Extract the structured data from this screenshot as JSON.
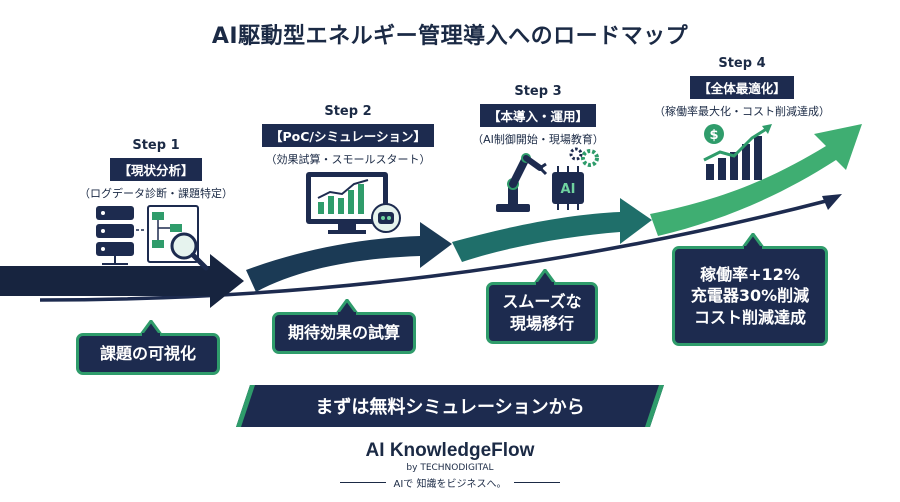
{
  "title": "AI駆動型エネルギー管理導入へのロードマップ",
  "steps": [
    {
      "label": "Step 1",
      "phase": "【現状分析】",
      "desc": "（ログデータ診断・課題特定）"
    },
    {
      "label": "Step 2",
      "phase": "【PoC/シミュレーション】",
      "desc": "（効果試算・スモールスタート）"
    },
    {
      "label": "Step 3",
      "phase": "【本導入・運用】",
      "desc": "（AI制御開始・現場教育）"
    },
    {
      "label": "Step 4",
      "phase": "【全体最適化】",
      "desc": "（稼働率最大化・コスト削減達成）"
    }
  ],
  "callouts": {
    "c1": "課題の可視化",
    "c2": "期待効果の試算",
    "c3_line1": "スムーズな",
    "c3_line2": "現場移行",
    "c4_line1": "稼働率+12%",
    "c4_line2": "充電器30%削減",
    "c4_line3": "コスト削減達成"
  },
  "icons": {
    "step1": "database-flowchart-magnifier-icon",
    "step2": "monitor-chart-robot-icon",
    "step3": "robot-arm-ai-chip-gear-icon",
    "step4": "dollar-growth-chart-icon",
    "ai_chip_text": "AI"
  },
  "cta": "まずは無料シミュレーションから",
  "brand": {
    "name": "AI KnowledgeFlow",
    "by": "by TECHNODIGITAL",
    "tagline": "AIで 知識をビジネスへ。"
  },
  "colors": {
    "navy": "#1d2b4f",
    "green": "#2f9c6b",
    "teal": "#1f6f6a"
  }
}
